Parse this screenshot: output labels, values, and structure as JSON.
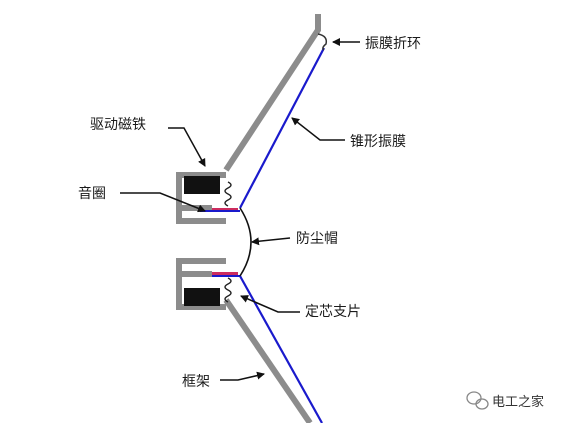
{
  "labels": {
    "surround": "振膜折环",
    "magnet": "驱动磁铁",
    "cone": "锥形振膜",
    "voice_coil": "音圈",
    "dust_cap": "防尘帽",
    "spider": "定芯支片",
    "frame": "框架"
  },
  "watermark": "电工之家",
  "watermark_icon": "wechat-icon",
  "colors": {
    "frame": "#8c8c8c",
    "cone": "#1a1acc",
    "magnet": "#111111",
    "coil": "#cc2b5e",
    "line": "#111111"
  }
}
